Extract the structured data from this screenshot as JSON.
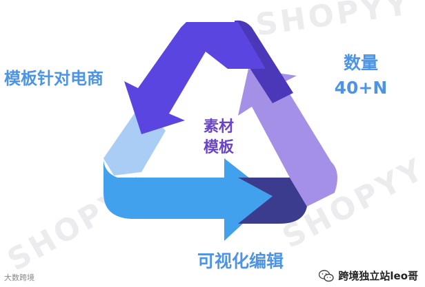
{
  "diagram": {
    "center_line1": "素材",
    "center_line2": "模板",
    "left_label": "模板针对电商",
    "right_label_line1": "数量",
    "right_label_line2": "40+N",
    "bottom_label": "可视化编辑"
  },
  "watermarks": [
    "SHOPYY",
    "SHOPYY",
    "SHOPYY"
  ],
  "footer": {
    "left_text": "大数跨境",
    "right_text": "跨境独立站leo哥",
    "icon": "wechat-icon"
  },
  "colors": {
    "top_arm": "#5b45e0",
    "top_arm_dark": "#4a38b8",
    "right_arm": "#a590e8",
    "bottom_arm": "#42a1ec",
    "bottom_arm_dark": "#3c3c8f",
    "left_arm_light": "#a9cdf5",
    "label_blue": "#4d94e6",
    "center_purple": "#6a45c8"
  }
}
